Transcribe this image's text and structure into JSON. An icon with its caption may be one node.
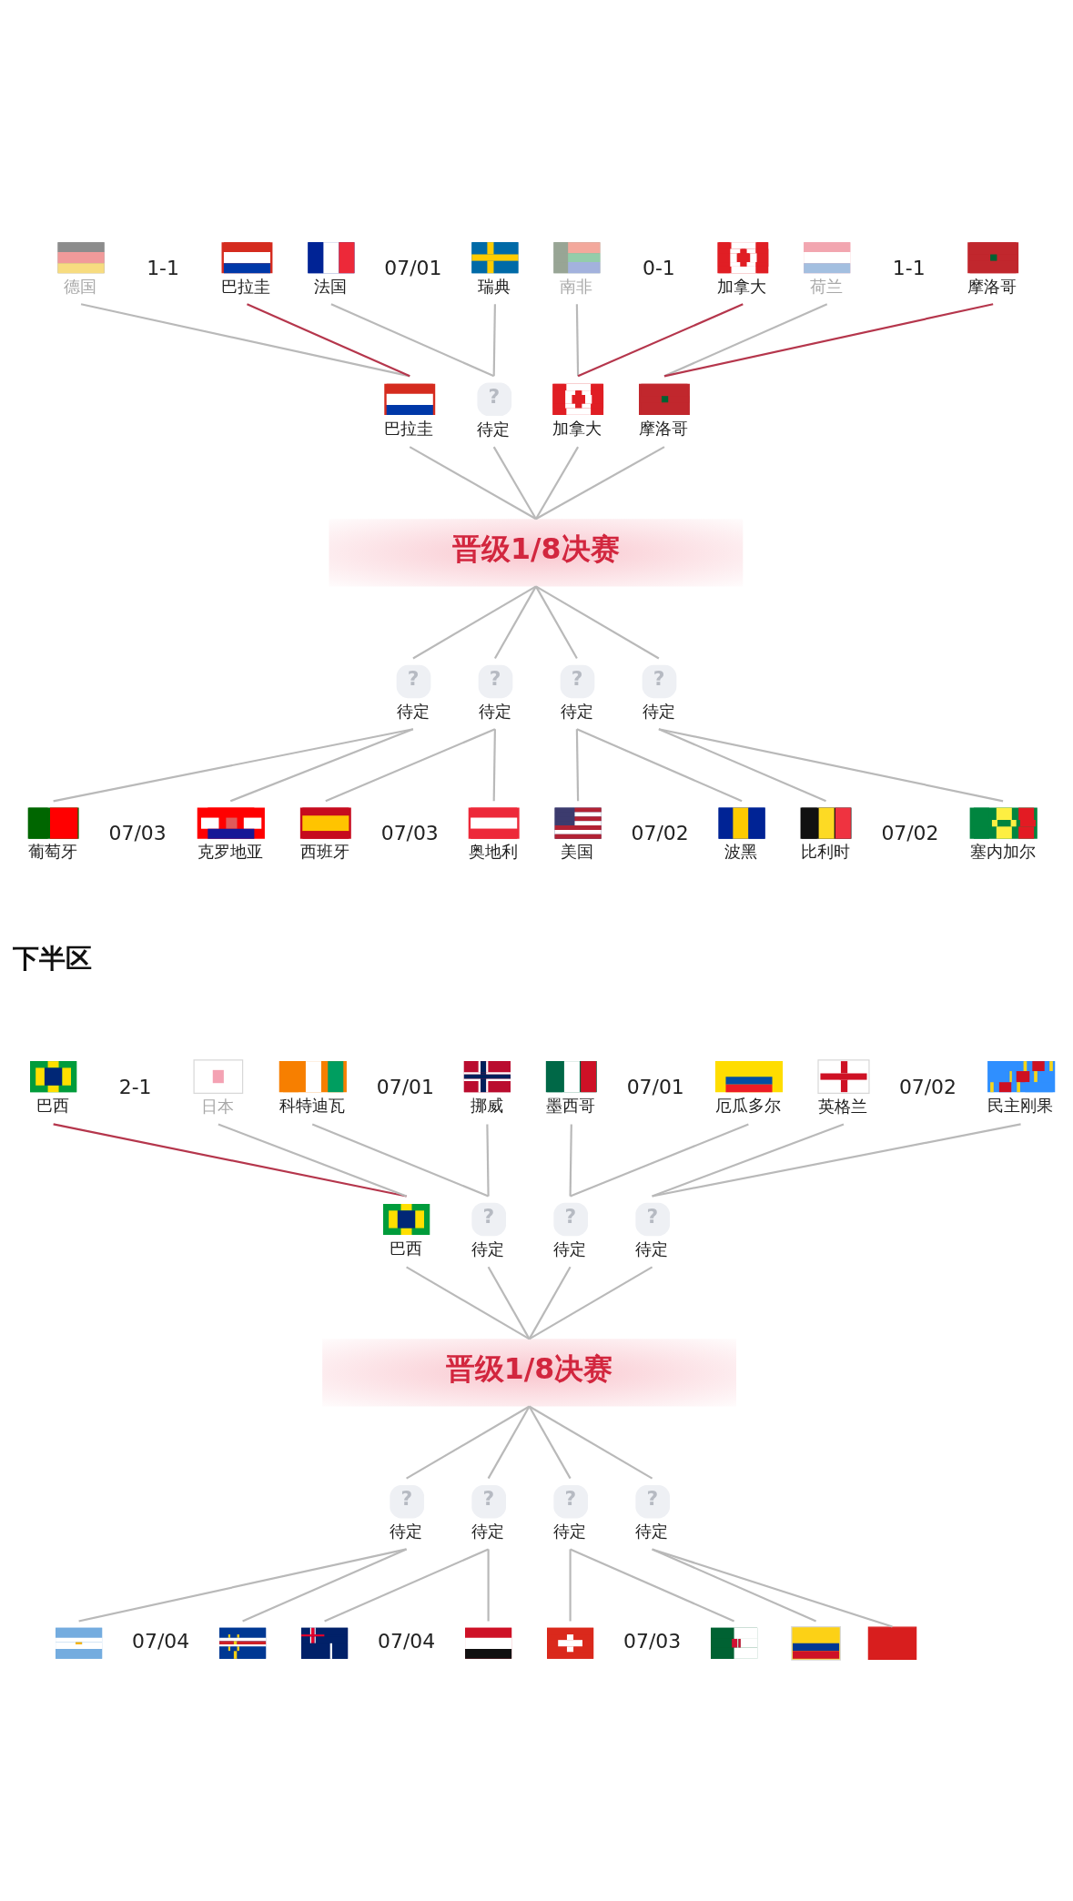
{
  "diagram": {
    "nodes": [
      {
        "text": [
          "德国"
        ]
      },
      {
        "text": [
          "巴拉圭"
        ]
      },
      {
        "text": [
          "法国"
        ]
      },
      {
        "text": [
          "瑞典"
        ]
      },
      {
        "text": [
          "南非"
        ]
      },
      {
        "text": [
          "加拿大"
        ]
      },
      {
        "text": [
          "荷兰"
        ]
      },
      {
        "text": [
          "摩洛哥"
        ]
      },
      {
        "text": [
          "巴拉圭"
        ]
      },
      {
        "text": [
          "?",
          "待定"
        ]
      },
      {
        "text": [
          "加拿大"
        ]
      },
      {
        "text": [
          "摩洛哥"
        ]
      },
      {
        "text": [
          "晋级1/8决赛"
        ]
      },
      {
        "text": [
          "?",
          "待定"
        ]
      },
      {
        "text": [
          "?",
          "待定"
        ]
      },
      {
        "text": [
          "?",
          "待定"
        ]
      },
      {
        "text": [
          "?",
          "待定"
        ]
      },
      {
        "text": [
          "葡萄牙"
        ]
      },
      {
        "text": [
          "克罗地亚"
        ]
      },
      {
        "text": [
          "西班牙"
        ]
      },
      {
        "text": [
          "奥地利"
        ]
      },
      {
        "text": [
          "美国"
        ]
      },
      {
        "text": [
          "波黑"
        ]
      },
      {
        "text": [
          "比利时"
        ]
      },
      {
        "text": [
          "塞内加尔"
        ]
      },
      {
        "text": [
          "巴西"
        ]
      },
      {
        "text": [
          "日本"
        ]
      },
      {
        "text": [
          "科特迪瓦"
        ]
      },
      {
        "text": [
          "挪威"
        ]
      },
      {
        "text": [
          "墨西哥"
        ]
      },
      {
        "text": [
          "厄瓜多尔"
        ]
      },
      {
        "text": [
          "英格兰"
        ]
      },
      {
        "text": [
          "民主刚果"
        ]
      },
      {
        "text": [
          "巴西"
        ]
      },
      {
        "text": [
          "?",
          "待定"
        ]
      },
      {
        "text": [
          "?",
          "待定"
        ]
      },
      {
        "text": [
          "?",
          "待定"
        ]
      },
      {
        "text": [
          "晋级1/8决赛"
        ]
      },
      {
        "text": [
          "?",
          "待定"
        ]
      },
      {
        "text": [
          "?",
          "待定"
        ]
      },
      {
        "text": [
          "?",
          "待定"
        ]
      },
      {
        "text": [
          "?",
          "待定"
        ]
      },
      {
        "text": [],
        "shape": "picture"
      },
      {
        "text": [],
        "shape": "picture"
      },
      {
        "text": [],
        "shape": "picture"
      },
      {
        "text": [],
        "shape": "picture"
      },
      {
        "text": [],
        "shape": "picture"
      },
      {
        "text": [],
        "shape": "picture"
      },
      {
        "text": [],
        "shape": "picture"
      },
      {
        "text": [],
        "shape": "box"
      }
    ],
    "edges": [
      {
        "from": 0,
        "to": 8,
        "arrow": "none"
      },
      {
        "from": 1,
        "to": 8,
        "arrow": "none",
        "color": "#b5364c"
      },
      {
        "from": 2,
        "to": 9,
        "arrow": "none"
      },
      {
        "from": 3,
        "to": 9,
        "arrow": "none"
      },
      {
        "from": 4,
        "to": 10,
        "arrow": "none"
      },
      {
        "from": 5,
        "to": 10,
        "arrow": "none",
        "color": "#b5364c"
      },
      {
        "from": 6,
        "to": 11,
        "arrow": "none"
      },
      {
        "from": 7,
        "to": 11,
        "arrow": "none",
        "color": "#b5364c"
      },
      {
        "from": 8,
        "to": 12,
        "arrow": "none"
      },
      {
        "from": 9,
        "to": 12,
        "arrow": "none"
      },
      {
        "from": 10,
        "to": 12,
        "arrow": "none"
      },
      {
        "from": 11,
        "to": 12,
        "arrow": "none"
      },
      {
        "from": 12,
        "to": 13,
        "arrow": "none"
      },
      {
        "from": 12,
        "to": 14,
        "arrow": "none"
      },
      {
        "from": 12,
        "to": 15,
        "arrow": "none"
      },
      {
        "from": 12,
        "to": 16,
        "arrow": "none"
      },
      {
        "from": 13,
        "to": 17,
        "arrow": "none"
      },
      {
        "from": 13,
        "to": 18,
        "arrow": "none"
      },
      {
        "from": 14,
        "to": 19,
        "arrow": "none"
      },
      {
        "from": 14,
        "to": 20,
        "arrow": "none"
      },
      {
        "from": 15,
        "to": 21,
        "arrow": "none"
      },
      {
        "from": 15,
        "to": 22,
        "arrow": "none"
      },
      {
        "from": 16,
        "to": 23,
        "arrow": "none"
      },
      {
        "from": 16,
        "to": 24,
        "arrow": "none"
      },
      {
        "from": 25,
        "to": 33,
        "arrow": "none",
        "color": "#b5364c"
      },
      {
        "from": 26,
        "to": 33,
        "arrow": "none"
      },
      {
        "from": 27,
        "to": 34,
        "arrow": "none"
      },
      {
        "from": 28,
        "to": 34,
        "arrow": "none"
      },
      {
        "from": 29,
        "to": 35,
        "arrow": "none"
      },
      {
        "from": 30,
        "to": 35,
        "arrow": "none"
      },
      {
        "from": 31,
        "to": 36,
        "arrow": "none"
      },
      {
        "from": 32,
        "to": 36,
        "arrow": "none"
      },
      {
        "from": 33,
        "to": 37,
        "arrow": "none"
      },
      {
        "from": 34,
        "to": 37,
        "arrow": "none"
      },
      {
        "from": 35,
        "to": 37,
        "arrow": "none"
      },
      {
        "from": 36,
        "to": 37,
        "arrow": "none"
      },
      {
        "from": 37,
        "to": 38,
        "arrow": "none"
      },
      {
        "from": 37,
        "to": 39,
        "arrow": "none"
      },
      {
        "from": 37,
        "to": 40,
        "arrow": "none"
      },
      {
        "from": 37,
        "to": 41,
        "arrow": "none"
      },
      {
        "from": 38,
        "to": 42,
        "arrow": "none"
      },
      {
        "from": 38,
        "to": 43,
        "arrow": "none"
      },
      {
        "from": 39,
        "to": 44,
        "arrow": "none"
      },
      {
        "from": 39,
        "to": 45,
        "arrow": "none"
      },
      {
        "from": 40,
        "to": 46,
        "arrow": "none"
      },
      {
        "from": 40,
        "to": 47,
        "arrow": "none"
      },
      {
        "from": 41,
        "to": 48,
        "arrow": "none"
      },
      {
        "from": 41,
        "to": 49,
        "arrow": "none"
      }
    ],
    "labels": [
      "1-1",
      "07/01",
      "0-1",
      "1-1",
      "07/03",
      "07/03",
      "07/02",
      "07/02",
      "下半区",
      "2-1",
      "07/01",
      "07/01",
      "07/02",
      "07/04",
      "07/04",
      "07/03"
    ]
  }
}
